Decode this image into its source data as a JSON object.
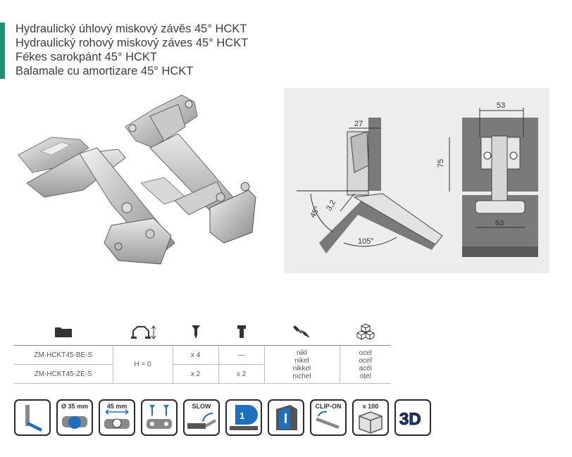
{
  "titles": [
    "Hydraulický úhlový miskový závěs 45° HCKT",
    "Hydraulický rohový miskový záves 45° HCKT",
    "Fékes sarokpánt 45° HCKT",
    "Balamale cu amortizare 45° HCKT"
  ],
  "colors": {
    "accent": "#1f8f7a",
    "panel": "#eceded",
    "blue": "#1d6fc0",
    "dark": "#2a2a2a"
  },
  "drawing": {
    "side_dims": [
      "27",
      "3,2",
      "45°",
      "105°"
    ],
    "front_dims": [
      "53",
      "75",
      "63"
    ]
  },
  "table": {
    "header_icons": [
      "folder-icon",
      "height-adjust-icon",
      "screw-icon",
      "euro-screw-icon",
      "brush-finish-icon",
      "material-cubes-icon"
    ],
    "rows": [
      {
        "code": "ZM-HCKT45-BE-S",
        "screws": "x 4",
        "euro": "—"
      },
      {
        "code": "ZM-HCKT45-ZE-S",
        "screws": "x 2",
        "euro": "x 2"
      }
    ],
    "height": "H = 0",
    "finish": [
      "nikl",
      "nikel",
      "nikkel",
      "nichel"
    ],
    "material": [
      "ocel",
      "oceľ",
      "acél",
      "oțel"
    ]
  },
  "features": [
    {
      "icon": "angle-hinge-icon",
      "label": ""
    },
    {
      "icon": "cup-diameter-icon",
      "label": "Ø 35 mm"
    },
    {
      "icon": "cup-distance-icon",
      "label": "45 mm"
    },
    {
      "icon": "screw-mount-icon",
      "label": ""
    },
    {
      "icon": "soft-close-icon",
      "label": "SLOW"
    },
    {
      "icon": "one-piece-icon",
      "label": "1"
    },
    {
      "icon": "cabinet-door-icon",
      "label": ""
    },
    {
      "icon": "clip-on-icon",
      "label": "CLIP-ON"
    },
    {
      "icon": "box-quantity-icon",
      "label": "x 100"
    },
    {
      "icon": "three-d-icon",
      "label": "3D"
    }
  ]
}
